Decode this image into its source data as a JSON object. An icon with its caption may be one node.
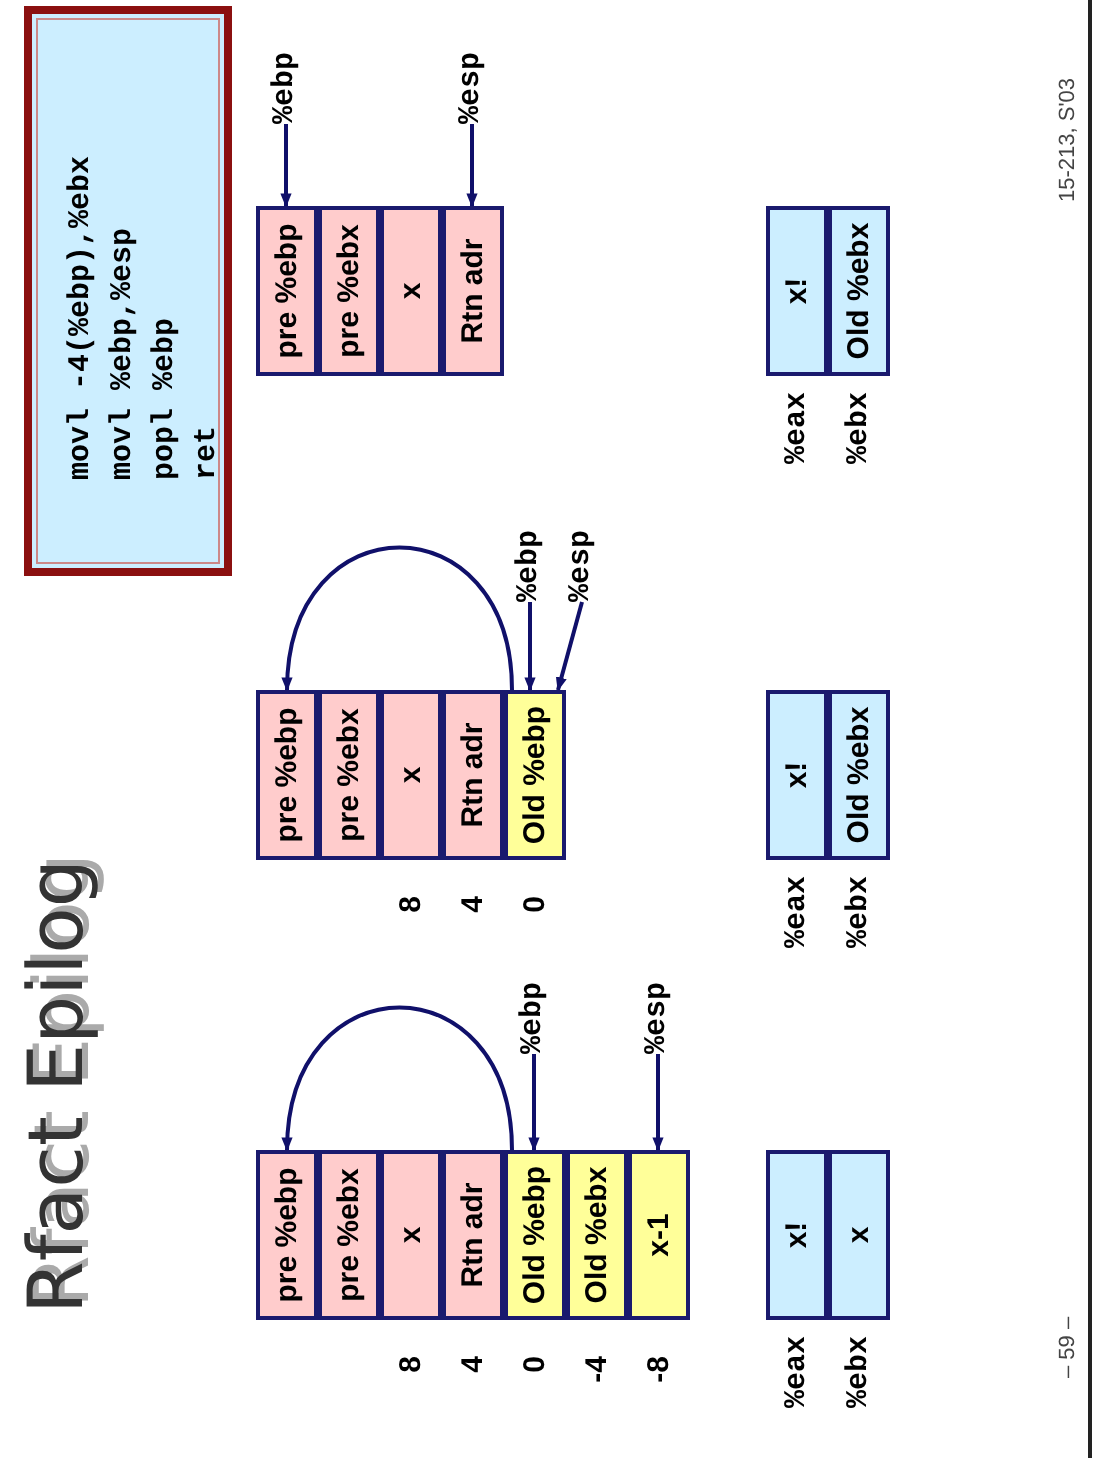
{
  "diagram": {
    "title": "Rfact Epilog",
    "nodes": [
      {
        "text": [
          "pre %ebp"
        ]
      },
      {
        "text": [
          "pre %ebx"
        ]
      },
      {
        "text": [
          "x"
        ],
        "beside": [
          "8"
        ]
      },
      {
        "text": [
          "Rtn adr"
        ],
        "beside": [
          "4"
        ]
      },
      {
        "text": [
          "Old %ebp"
        ],
        "beside": [
          "0"
        ]
      },
      {
        "text": [
          "Old %ebx"
        ],
        "beside": [
          "-4"
        ]
      },
      {
        "text": [
          "x-1"
        ],
        "beside": [
          "-8"
        ]
      },
      {
        "text": [
          "%ebp"
        ]
      },
      {
        "text": [
          "%esp"
        ]
      },
      {
        "text": [
          "x!"
        ],
        "beside": [
          "%eax"
        ]
      },
      {
        "text": [
          "x"
        ],
        "beside": [
          "%ebx"
        ]
      },
      {
        "text": [
          "pre %ebp"
        ]
      },
      {
        "text": [
          "pre %ebx"
        ]
      },
      {
        "text": [
          "x"
        ],
        "beside": [
          "8"
        ]
      },
      {
        "text": [
          "Rtn adr"
        ],
        "beside": [
          "4"
        ]
      },
      {
        "text": [
          "Old %ebp"
        ],
        "beside": [
          "0"
        ]
      },
      {
        "text": [
          "%ebp"
        ]
      },
      {
        "text": [
          "%esp"
        ]
      },
      {
        "text": [
          "x!"
        ],
        "beside": [
          "%eax"
        ]
      },
      {
        "text": [
          "Old %ebx"
        ],
        "beside": [
          "%ebx"
        ]
      },
      {
        "text": [
          "pre %ebp"
        ]
      },
      {
        "text": [
          "pre %ebx"
        ]
      },
      {
        "text": [
          "x"
        ]
      },
      {
        "text": [
          "Rtn adr"
        ]
      },
      {
        "text": [
          "%ebp"
        ]
      },
      {
        "text": [
          "%esp"
        ]
      },
      {
        "text": [
          "x!"
        ],
        "beside": [
          "%eax"
        ]
      },
      {
        "text": [
          "Old %ebx"
        ],
        "beside": [
          "%ebx"
        ]
      },
      {
        "text": [
          "movl -4(%ebp),%ebx",
          "movl %ebp,%esp",
          "popl %ebp",
          "ret"
        ]
      }
    ],
    "edges": [
      {
        "from": 4,
        "to": 0,
        "arrow": "to"
      },
      {
        "from": 7,
        "to": 4,
        "arrow": "to"
      },
      {
        "from": 8,
        "to": 6,
        "arrow": "to"
      },
      {
        "from": 15,
        "to": 11,
        "arrow": "to"
      },
      {
        "from": 16,
        "to": 15,
        "arrow": "to"
      },
      {
        "from": 17,
        "to": 15,
        "arrow": "to"
      },
      {
        "from": 24,
        "to": 20,
        "arrow": "to"
      },
      {
        "from": 25,
        "to": 23,
        "arrow": "to"
      }
    ],
    "labels": [
      "– 59 –",
      "15-213, S'03"
    ]
  }
}
